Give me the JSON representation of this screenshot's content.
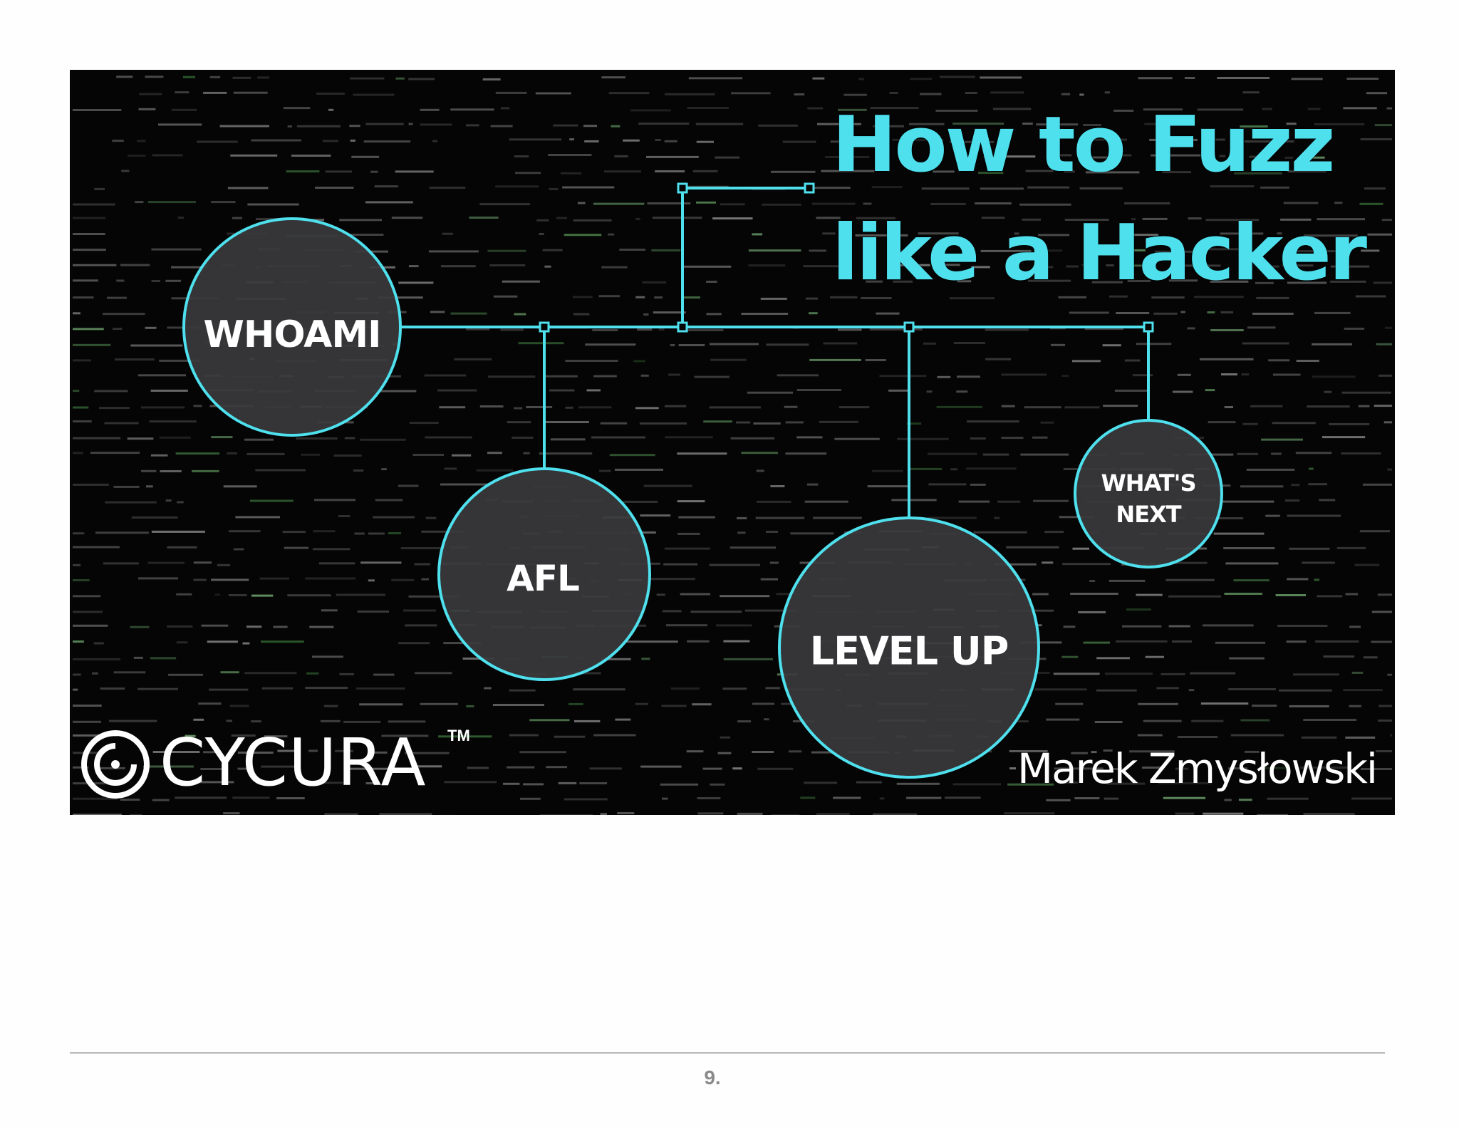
{
  "slide": {
    "title_line1": "How to Fuzz",
    "title_line2": "like a Hacker",
    "author": "Marek Zmysłowski",
    "logo": {
      "brand": "CYCURA",
      "trademark": "TM",
      "icon": "cycura-ring-logo-icon"
    },
    "nodes": [
      {
        "id": "whoami",
        "label": "WHOAMI"
      },
      {
        "id": "afl",
        "label": "AFL"
      },
      {
        "id": "level-up",
        "label": "LEVEL UP"
      },
      {
        "id": "whats-next",
        "label_line1": "WHAT'S",
        "label_line2": "NEXT"
      }
    ],
    "colors": {
      "accent": "#4fe0ee",
      "background": "#050505",
      "node_fill": "#3a3a3c",
      "text": "#ffffff"
    }
  },
  "footer": {
    "page_number": "9."
  }
}
